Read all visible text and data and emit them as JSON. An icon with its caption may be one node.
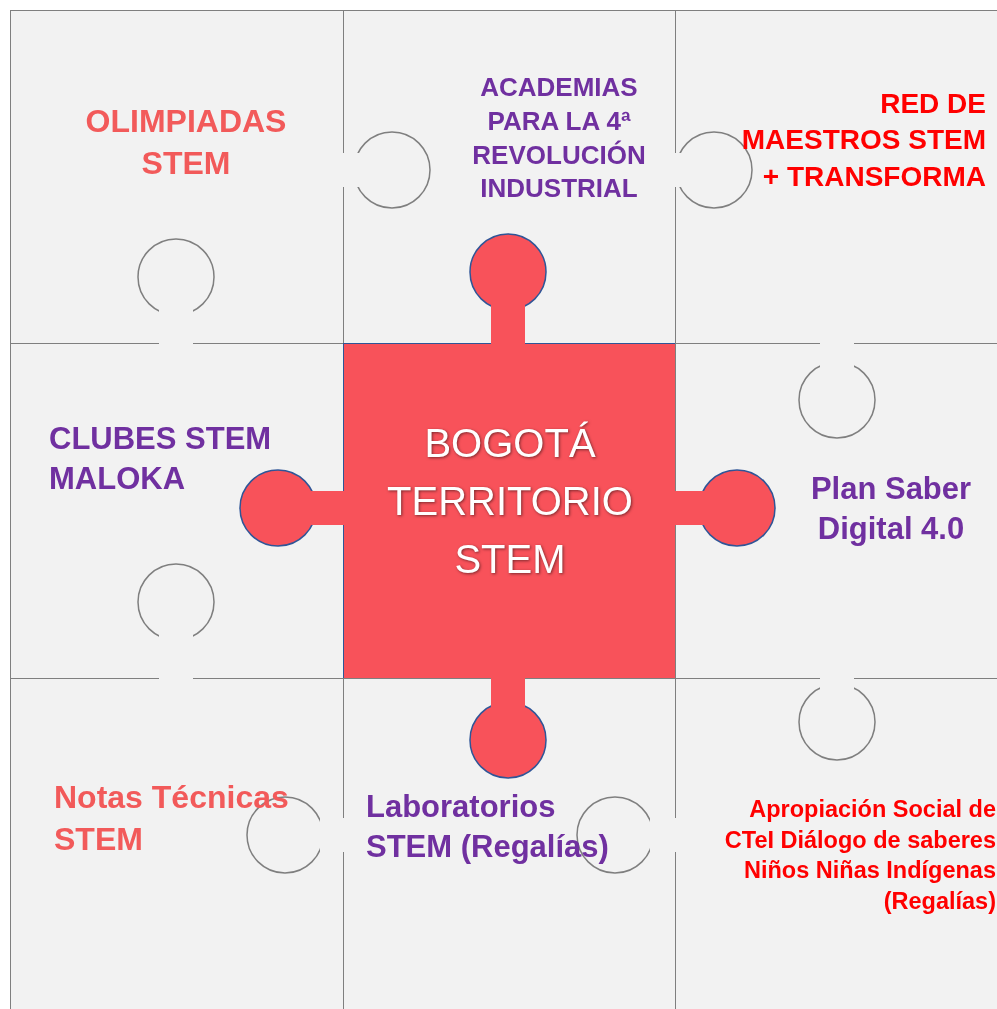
{
  "diagram": {
    "nodes": [
      {
        "text": [
          "OLIMPIADAS STEM"
        ]
      },
      {
        "text": [
          "ACADEMIAS PARA LA 4ª REVOLUCIÓN INDUSTRIAL"
        ]
      },
      {
        "text": [
          "RED DE MAESTROS STEM + TRANSFORMA"
        ]
      },
      {
        "text": [
          "CLUBES STEM MALOKA"
        ]
      },
      {
        "text": [
          "BOGOTÁ TERRITORIO STEM"
        ]
      },
      {
        "text": [
          "Plan Saber Digital 4.0"
        ]
      },
      {
        "text": [
          "Notas Técnicas STEM"
        ]
      },
      {
        "text": [
          "Laboratorios STEM (Regalías)"
        ]
      },
      {
        "text": [
          "Apropiación Social de CTeI Diálogo de saberes Niños Niñas Indígenas (Regalías)"
        ]
      }
    ]
  }
}
